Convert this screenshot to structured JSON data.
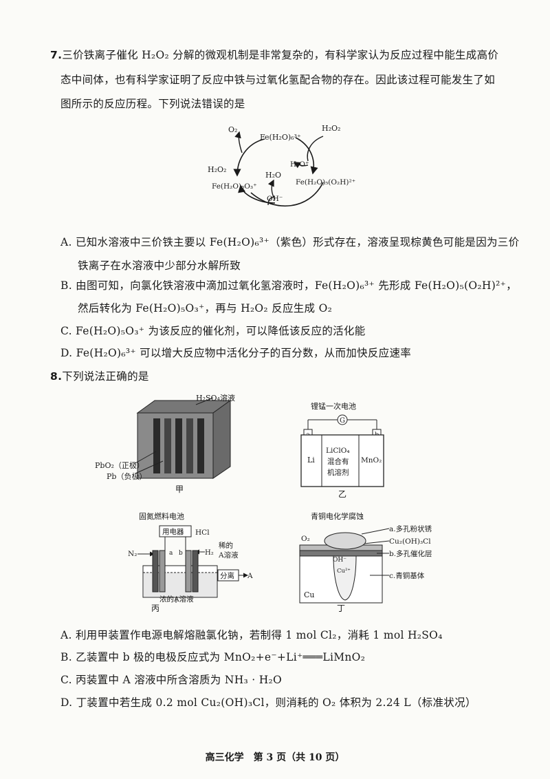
{
  "q7": {
    "number": "7.",
    "stem_line1": "三价铁离子催化 H₂O₂ 分解的微观机制是非常复杂的，有科学家认为反应过程中能生成高价",
    "stem_line2": "态中间体，也有科学家证明了反应中铁与过氧化氢配合物的存在。因此该过程可能发生了如",
    "stem_line3": "图所示的反应历程。下列说法错误的是",
    "diagram": {
      "o2": "O₂",
      "fe_top": "Fe(H₂O)₆³⁺",
      "h2o2_right": "H₂O₂",
      "h3o": "H₃O⁺",
      "h2o2_left": "H₂O₂",
      "h2o": "H₂O",
      "fe_left": "Fe(H₂O)₅O₃⁺",
      "fe_right": "Fe(H₂O)₅(O₂H)²⁺",
      "oh": "OH⁻"
    },
    "options": {
      "A1": "A. 已知水溶液中三价铁主要以 Fe(H₂O)₆³⁺（紫色）形式存在，溶液呈现棕黄色可能是因为三价",
      "A2": "铁离子在水溶液中少部分水解所致",
      "B1": "B. 由图可知，向氯化铁溶液中滴加过氧化氢溶液时，Fe(H₂O)₆³⁺ 先形成 Fe(H₂O)₅(O₂H)²⁺，",
      "B2": "然后转化为 Fe(H₂O)₅O₃⁺，再与 H₂O₂ 反应生成 O₂",
      "C": "C. Fe(H₂O)₅O₃⁺ 为该反应的催化剂，可以降低该反应的活化能",
      "D": "D. Fe(H₂O)₆³⁺ 可以增大反应物中活化分子的百分数，从而加快反应速率"
    }
  },
  "q8": {
    "number": "8.",
    "stem": "下列说法正确的是",
    "jia": {
      "label_top": "H₂SO₄溶液",
      "pbo2": "PbO₂（正极）",
      "pb": "Pb（负极）",
      "caption": "甲"
    },
    "yi": {
      "title": "锂锰一次电池",
      "g": "G",
      "a": "a",
      "b": "b",
      "li": "Li",
      "mid1": "LiClO₄",
      "mid2": "混合有",
      "mid3": "机溶剂",
      "mno2": "MnO₂",
      "caption": "乙"
    },
    "bing": {
      "title": "固氮燃料电池",
      "device": "用电器",
      "hcl": "HCl",
      "n2": "N₂",
      "a": "a",
      "b": "b",
      "h2": "H₂",
      "dilute1": "稀的",
      "dilute2": "A溶液",
      "separate": "分离",
      "out_a": "A",
      "conc": "浓的A溶液",
      "caption": "丙"
    },
    "ding": {
      "title": "青铜电化学腐蚀",
      "o2": "O₂",
      "la": "a.多孔粉状锈",
      "lcl": "Cu₂(OH)₃Cl",
      "lb": "b.多孔催化层",
      "lc": "c.青铜基体",
      "oh": "OH⁻",
      "cu2": "Cu²⁺",
      "cu": "Cu",
      "caption": "丁"
    },
    "options": {
      "A": "A. 利用甲装置作电源电解熔融氯化钠，若制得 1 mol Cl₂，消耗 1 mol H₂SO₄",
      "B": "B. 乙装置中 b 极的电极反应式为 MnO₂+e⁻+Li⁺═══LiMnO₂",
      "C": "C. 丙装置中 A 溶液中所含溶质为 NH₃ · H₂O",
      "D": "D. 丁装置中若生成 0.2 mol Cu₂(OH)₃Cl，则消耗的 O₂ 体积为 2.24 L（标准状况）"
    }
  },
  "footer": "高三化学　第 3 页（共 10 页）"
}
